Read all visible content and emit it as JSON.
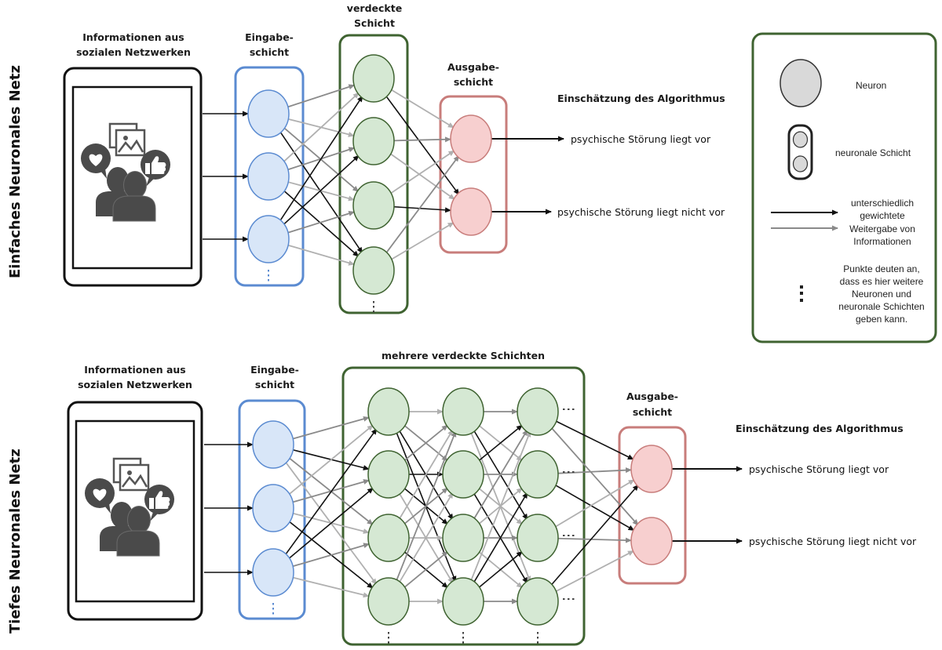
{
  "colors": {
    "input_stroke": "#5b8bd1",
    "input_fill": "#d8e6f8",
    "hidden_stroke": "#3f6331",
    "hidden_fill": "#d5e8d3",
    "output_stroke": "#c87d7b",
    "output_fill": "#f7cfcf",
    "legend_neuron_fill": "#d9d9d9",
    "arrow_dark": "#111111",
    "arrow_gray": "#8a8a8a",
    "arrow_light": "#b0b0b0",
    "icon_gray": "#4a4a4a"
  },
  "simple_net": {
    "side_title": "Einfaches Neuronales Netz",
    "source_label": [
      "Informationen aus",
      "sozialen Netzwerken"
    ],
    "input_label": [
      "Eingabe-",
      "schicht"
    ],
    "hidden_label": [
      "verdeckte",
      "Schicht"
    ],
    "output_label": [
      "Ausgabe-",
      "schicht"
    ],
    "result_heading": "Einschätzung des Algorithmus",
    "results": [
      "psychische Störung liegt vor",
      "psychische Störung liegt nicht vor"
    ],
    "layers": {
      "input": 3,
      "hidden": [
        4
      ],
      "output": 2
    },
    "dark_connections": [
      [
        0,
        0,
        3
      ],
      [
        0,
        1,
        3
      ],
      [
        0,
        2,
        0
      ],
      [
        0,
        2,
        1
      ],
      [
        1,
        0,
        1
      ],
      [
        1,
        2,
        1
      ]
    ]
  },
  "deep_net": {
    "side_title": "Tiefes Neuronales Netz",
    "source_label": [
      "Informationen aus",
      "sozialen Netzwerken"
    ],
    "input_label": [
      "Eingabe-",
      "schicht"
    ],
    "hidden_label": [
      "mehrere verdeckte Schichten"
    ],
    "output_label": [
      "Ausgabe-",
      "schicht"
    ],
    "result_heading": "Einschätzung des Algorithmus",
    "results": [
      "psychische Störung liegt vor",
      "psychische Störung liegt nicht vor"
    ],
    "layers": {
      "input": 3,
      "hidden": [
        4,
        4,
        4
      ],
      "output": 2
    },
    "dark_connections": [
      [
        0,
        0,
        1
      ],
      [
        0,
        1,
        3
      ],
      [
        0,
        2,
        0
      ],
      [
        0,
        2,
        1
      ],
      [
        1,
        0,
        2
      ],
      [
        1,
        1,
        1
      ],
      [
        1,
        1,
        2
      ],
      [
        1,
        2,
        3
      ],
      [
        1,
        0,
        3
      ],
      [
        2,
        1,
        0
      ],
      [
        2,
        0,
        2
      ],
      [
        2,
        3,
        1
      ],
      [
        2,
        3,
        2
      ],
      [
        2,
        1,
        3
      ],
      [
        3,
        0,
        0
      ],
      [
        3,
        1,
        1
      ],
      [
        3,
        3,
        0
      ]
    ]
  },
  "legend": {
    "neuron_label": "Neuron",
    "layer_label": "neuronale Schicht",
    "arrow_label": [
      "unterschiedlich",
      "gewichtete",
      "Weitergabe von",
      "Informationen"
    ],
    "dots_label": [
      "Punkte deuten an,",
      "dass es hier weitere",
      "Neuronen und",
      "neuronale Schichten",
      "geben kann."
    ]
  }
}
